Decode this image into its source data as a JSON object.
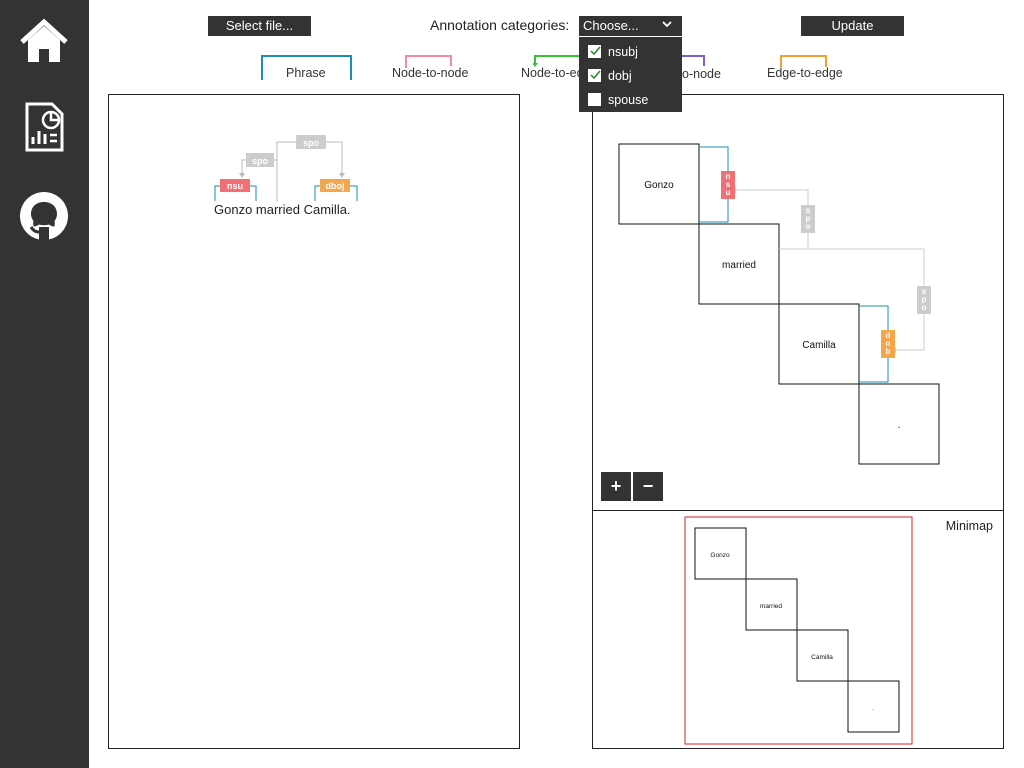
{
  "sidebar": {
    "items": [
      {
        "icon": "home-icon"
      },
      {
        "icon": "report-icon"
      },
      {
        "icon": "github-icon"
      }
    ]
  },
  "toolbar": {
    "select_file_label": "Select file...",
    "categories_label": "Annotation categories:",
    "categories_select_value": "Choose...",
    "update_label": "Update"
  },
  "dropdown": {
    "options": [
      {
        "label": "nsubj",
        "checked": true
      },
      {
        "label": "dobj",
        "checked": true
      },
      {
        "label": "spouse",
        "checked": false
      }
    ]
  },
  "legend": {
    "items": [
      {
        "label": "Phrase",
        "color": "#1a8fb0"
      },
      {
        "label": "Node-to-node",
        "color": "#f28aa0"
      },
      {
        "label": "Node-to-ed",
        "color": "#35c235"
      },
      {
        "label": "o-node",
        "color": "#7b5cc9"
      },
      {
        "label": "Edge-to-edge",
        "color": "#f2a030"
      }
    ]
  },
  "sentence_view": {
    "sentence": "Gonzo married Camilla.",
    "labels": {
      "spo_top": "spo",
      "spo_small": "spo",
      "nsu": "nsu",
      "dboj": "dboj"
    }
  },
  "matrix_view": {
    "tokens": [
      "Gonzo",
      "married",
      "Camilla",
      "."
    ],
    "labels": {
      "nsu": "n s u",
      "spo1": "s p o",
      "spo2": "s p o",
      "dob": "d o b"
    },
    "zoom_in": "+",
    "zoom_out": "−"
  },
  "minimap": {
    "label": "Minimap",
    "tokens": [
      "Gonzo",
      "married",
      "Camilla",
      "."
    ]
  },
  "colors": {
    "sidebar": "#333333",
    "nsubj": "#f07075",
    "dobj": "#f5a54a",
    "spouse": "#cccccc",
    "phrase": "#1a8fb0",
    "minimap_viewport": "#d42020"
  }
}
